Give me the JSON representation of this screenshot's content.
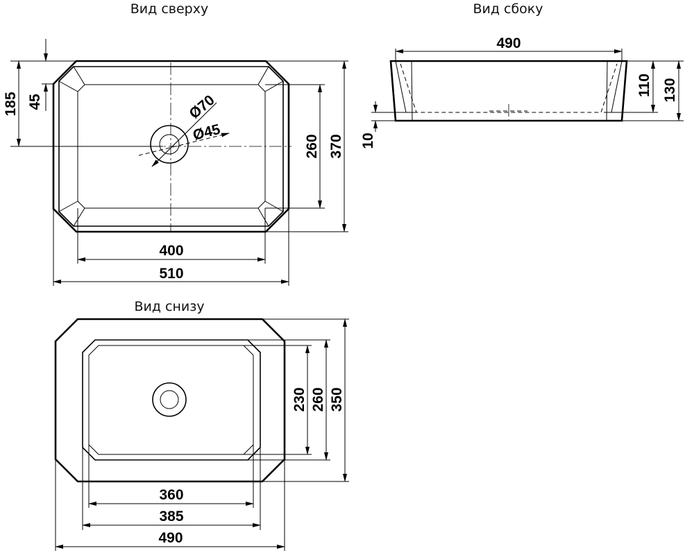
{
  "views": {
    "top": {
      "title": "Вид сверху",
      "dim_185": "185",
      "dim_45": "45",
      "dim_d70": "Ø70",
      "dim_d45": "Ø45",
      "dim_260": "260",
      "dim_370": "370",
      "dim_400": "400",
      "dim_510": "510"
    },
    "side": {
      "title": "Вид сбоку",
      "dim_490": "490",
      "dim_110": "110",
      "dim_130": "130",
      "dim_10": "10"
    },
    "bottom": {
      "title": "Вид снизу",
      "dim_230": "230",
      "dim_260": "260",
      "dim_350": "350",
      "dim_360": "360",
      "dim_385": "385",
      "dim_490": "490"
    }
  },
  "colors": {
    "line": "#000000",
    "background": "#ffffff"
  }
}
